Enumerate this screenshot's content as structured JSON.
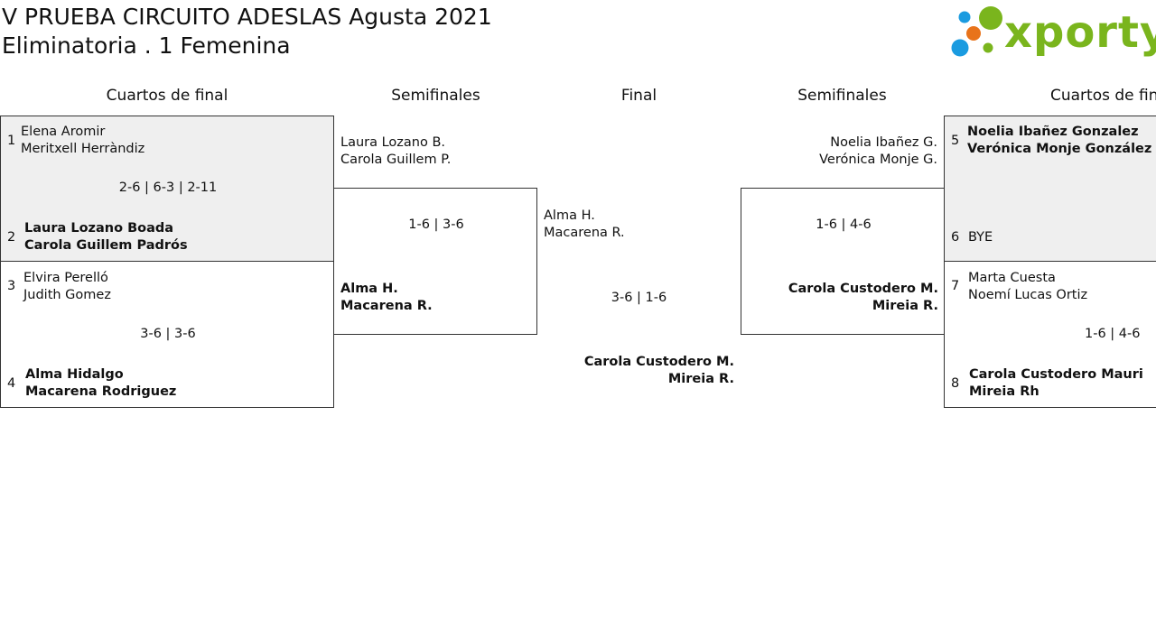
{
  "header": {
    "title": "V PRUEBA CIRCUITO ADESLAS Agusta 2021",
    "subtitle": "Eliminatoria . 1 Femenina",
    "logo_text": "xporty"
  },
  "rounds": {
    "qf_left": "Cuartos de final",
    "sf_left": "Semifinales",
    "final": "Final",
    "sf_right": "Semifinales",
    "qf_right": "Cuartos de final"
  },
  "matches": {
    "qf1": {
      "seed_a": "1",
      "player_a1": "Elena Aromir",
      "player_a2": "Meritxell Herràndiz",
      "score": "2-6 | 6-3 | 2-11",
      "seed_b": "2",
      "player_b1": "Laura Lozano Boada",
      "player_b2": "Carola Guillem Padrós"
    },
    "qf2": {
      "seed_a": "3",
      "player_a1": "Elvira Perelló",
      "player_a2": "Judith Gomez",
      "score": "3-6 | 3-6",
      "seed_b": "4",
      "player_b1": "Alma Hidalgo",
      "player_b2": "Macarena Rodriguez"
    },
    "sf1": {
      "player_a1": "Laura Lozano B.",
      "player_a2": "Carola Guillem P.",
      "score": "1-6 | 3-6",
      "player_b1": "Alma H.",
      "player_b2": "Macarena R."
    },
    "final": {
      "player_a1": "Alma H.",
      "player_a2": "Macarena R.",
      "score": "3-6 | 1-6",
      "player_b1": "Carola Custodero M.",
      "player_b2": "Mireia R."
    },
    "sf2": {
      "player_a1": "Noelia Ibañez G.",
      "player_a2": "Verónica Monje G.",
      "score": "1-6 | 4-6",
      "player_b1": "Carola Custodero M.",
      "player_b2": "Mireia R."
    },
    "qf3": {
      "seed_a": "5",
      "player_a1": "Noelia Ibañez Gonzalez",
      "player_a2": "Verónica Monje González",
      "seed_b": "6",
      "player_b1": "BYE"
    },
    "qf4": {
      "seed_a": "7",
      "player_a1": "Marta Cuesta",
      "player_a2": "Noemí Lucas Ortiz",
      "score": "1-6 | 4-6",
      "seed_b": "8",
      "player_b1": "Carola Custodero Mauri",
      "player_b2": "Mireia Rh"
    }
  },
  "colors": {
    "logo_green": "#7ab51d",
    "logo_blue": "#1a9be0",
    "logo_orange": "#e8731a",
    "box_grey": "#efefef"
  }
}
